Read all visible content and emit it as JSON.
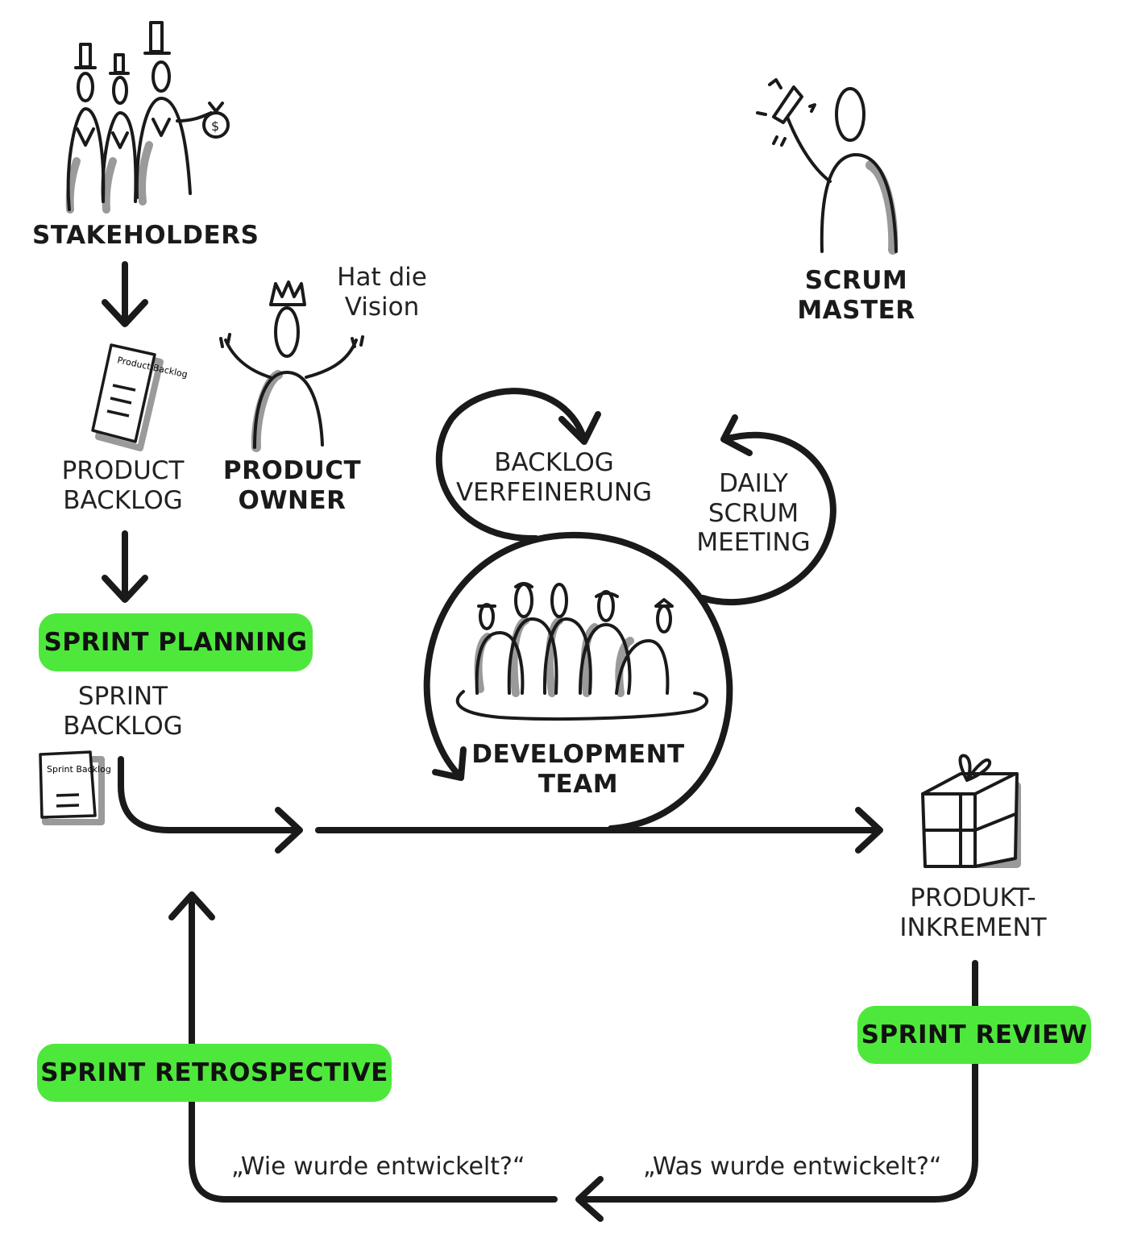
{
  "roles": {
    "stakeholders": "STAKEHOLDERS",
    "product_owner": [
      "PRODUCT",
      "OWNER"
    ],
    "product_owner_note": [
      "Hat die",
      "Vision"
    ],
    "scrum_master": [
      "SCRUM",
      "MASTER"
    ],
    "development_team": [
      "DEVELOPMENT",
      "TEAM"
    ]
  },
  "artifacts": {
    "product_backlog": [
      "PRODUCT",
      "BACKLOG"
    ],
    "sprint_backlog": [
      "SPRINT",
      "BACKLOG"
    ],
    "product_increment": [
      "PRODUKT-",
      "INKREMENT"
    ]
  },
  "loops": {
    "backlog_refinement": [
      "BACKLOG",
      "VERFEINERUNG"
    ],
    "daily_scrum": [
      "DAILY",
      "SCRUM",
      "MEETING"
    ]
  },
  "events": {
    "sprint_planning": "SPRINT PLANNING",
    "sprint_review": "SPRINT REVIEW",
    "sprint_retrospective": "SPRINT RETROSPECTIVE"
  },
  "questions": {
    "retro": "„Wie wurde entwickelt?“",
    "review": "„Was wurde entwickelt?“"
  },
  "doc_sketch_labels": {
    "product_backlog": "Product Backlog",
    "sprint_backlog": "Sprint Backlog"
  },
  "colors": {
    "accent_green": "#4ee83c",
    "ink": "#1a1a1a",
    "shadow": "#9a9a9a"
  }
}
